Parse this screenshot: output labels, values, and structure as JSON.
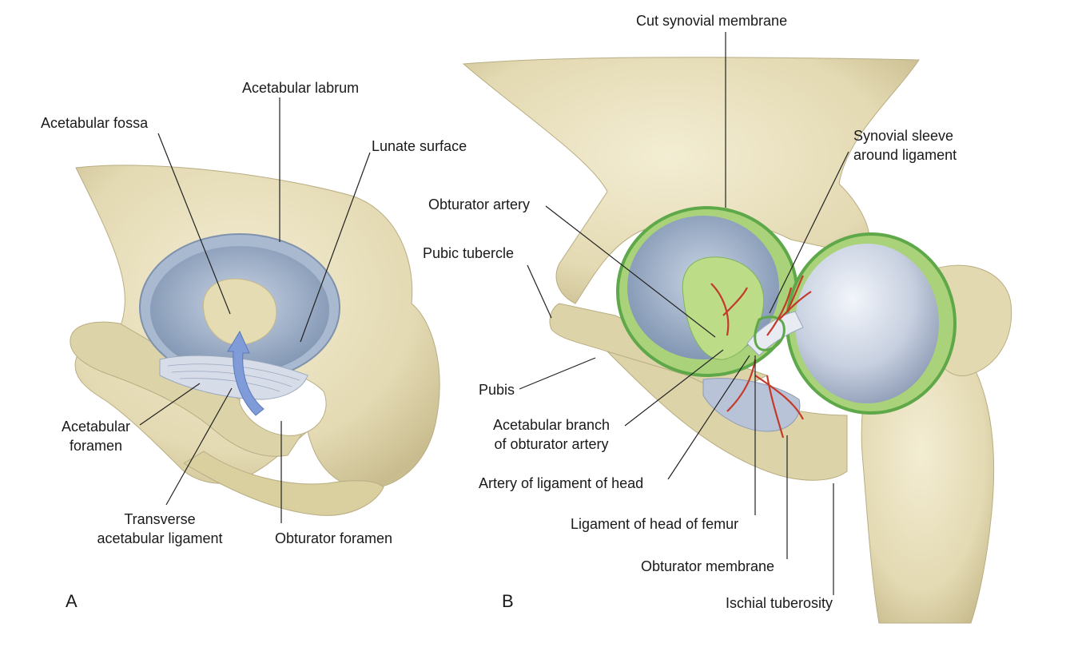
{
  "panel_a": {
    "letter": "A",
    "labels": {
      "acetabular_labrum": "Acetabular labrum",
      "acetabular_fossa": "Acetabular fossa",
      "lunate_surface": "Lunate surface",
      "acetabular_foramen_line1": "Acetabular",
      "acetabular_foramen_line2": "foramen",
      "transverse_line1": "Transverse",
      "transverse_line2": "acetabular ligament",
      "obturator_foramen": "Obturator foramen"
    }
  },
  "panel_b": {
    "letter": "B",
    "labels": {
      "cut_synovial_membrane": "Cut synovial membrane",
      "synovial_sleeve_line1": "Synovial sleeve",
      "synovial_sleeve_line2": "around ligament",
      "obturator_artery": "Obturator artery",
      "pubic_tubercle": "Pubic tubercle",
      "pubis": "Pubis",
      "acetabular_branch_line1": "Acetabular branch",
      "acetabular_branch_line2": "of obturator artery",
      "artery_of_ligament": "Artery of ligament of head",
      "ligament_of_head": "Ligament of head of femur",
      "obturator_membrane": "Obturator membrane",
      "ischial_tuberosity": "Ischial tuberosity"
    }
  },
  "colors": {
    "bone": "#e8e0bf",
    "bone_shadow": "#cfc49a",
    "cartilage": "#8fa4bf",
    "labrum": "#aebed3",
    "synovial": "#a9d27a",
    "synovial_edge": "#5ea84a",
    "artery": "#c43a2a",
    "femoral_head": "#c9d2e2",
    "arrow": "#7f9bd8"
  }
}
